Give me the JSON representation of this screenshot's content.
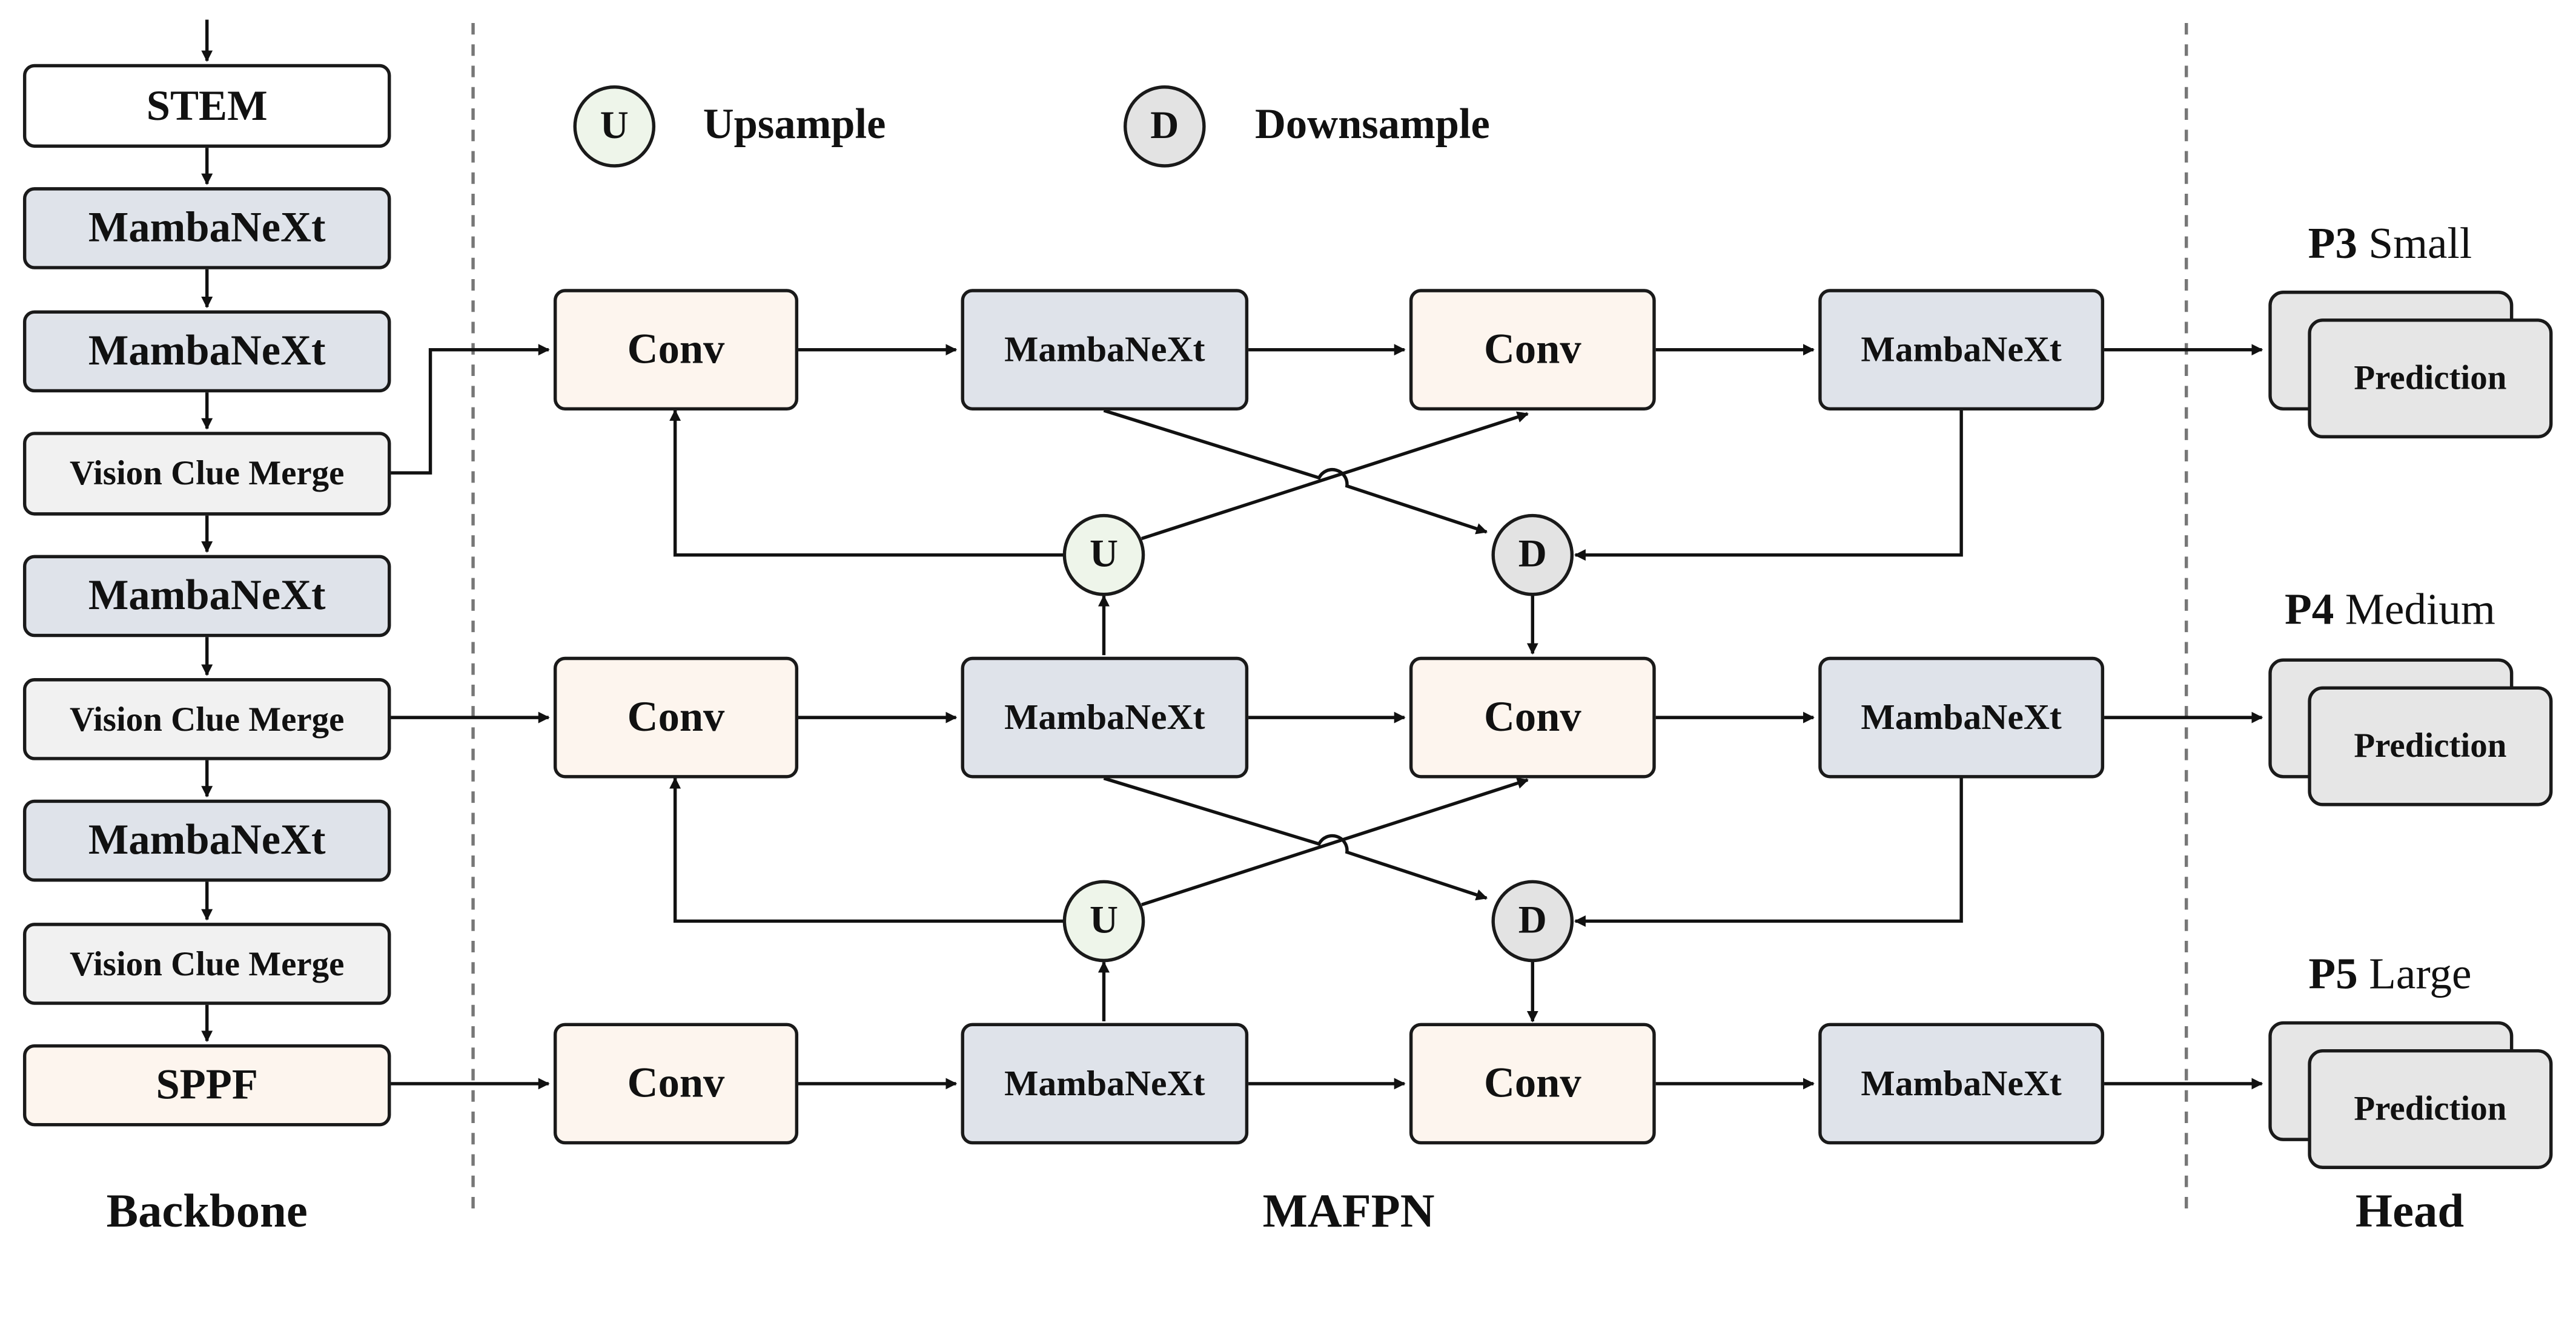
{
  "backbone": {
    "title": "Backbone",
    "blocks": [
      "STEM",
      "MambaNeXt",
      "MambaNeXt",
      "Vision Clue Merge",
      "MambaNeXt",
      "Vision Clue Merge",
      "MambaNeXt",
      "Vision Clue Merge",
      "SPPF"
    ]
  },
  "legend": {
    "upsample_symbol": "U",
    "upsample_label": "Upsample",
    "downsample_symbol": "D",
    "downsample_label": "Downsample"
  },
  "neck": {
    "title": "MAFPN",
    "conv_label": "Conv",
    "mamba_label": "MambaNeXt",
    "up_symbol": "U",
    "down_symbol": "D"
  },
  "head": {
    "title": "Head",
    "prediction_label": "Prediction",
    "scales": [
      {
        "level": "P3",
        "size": "Small"
      },
      {
        "level": "P4",
        "size": "Medium"
      },
      {
        "level": "P5",
        "size": "Large"
      }
    ]
  }
}
